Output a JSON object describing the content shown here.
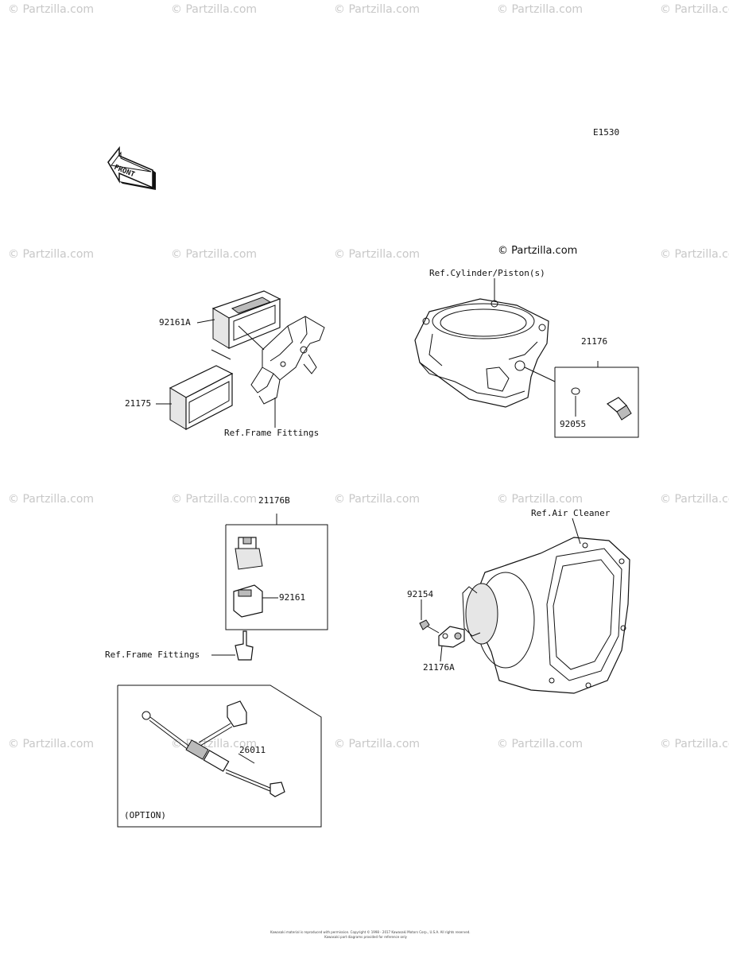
{
  "diagram_code": "E1530",
  "front_arrow_text": "FRONT",
  "copyright_mark": "© Partzilla.com",
  "watermark_text": "© Partzilla.com",
  "labels": {
    "p92161A": "92161A",
    "p21175": "21175",
    "ref_frame_top": "Ref.Frame Fittings",
    "ref_cylinder": "Ref.Cylinder/Piston(s)",
    "p21176": "21176",
    "p92055": "92055",
    "p21176B": "21176B",
    "p92161": "92161",
    "ref_frame_bottom": "Ref.Frame Fittings",
    "p26011": "26011",
    "option": "(OPTION)",
    "ref_air_cleaner": "Ref.Air Cleaner",
    "p92154": "92154",
    "p21176A": "21176A"
  },
  "footer": {
    "line1": "Kawasaki material is reproduced with permission. Copyright © 1998 - 2017 Kawasaki Motors Corp., U.S.A. All rights reserved.",
    "line2": "Kawasaki part diagrams provided for reference only"
  }
}
